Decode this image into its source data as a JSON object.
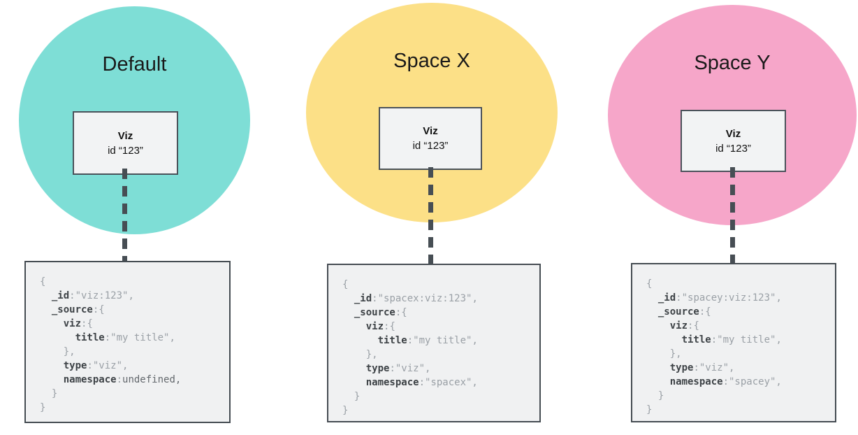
{
  "diagram": {
    "background_color": "#ffffff",
    "connector_color": "#474e54",
    "node_border_color": "#4a525a",
    "doc_border_color": "#454c52",
    "doc_fill_color": "#f0f1f2",
    "code_colors": {
      "key": "#3d4246",
      "value": "#9aa0a6",
      "undefined": "#63686d"
    },
    "panels": [
      {
        "space_label": "Default",
        "circle_color": "#7EDED6",
        "viz_node": {
          "name": "Viz",
          "id_label": "id “123”"
        },
        "doc_lines": [
          [
            {
              "t": "{",
              "c": "value"
            }
          ],
          [
            {
              "t": "  ",
              "c": "value"
            },
            {
              "t": "_id",
              "c": "key"
            },
            {
              "t": ":\"viz:123\",",
              "c": "value"
            }
          ],
          [
            {
              "t": "  ",
              "c": "value"
            },
            {
              "t": "_source",
              "c": "key"
            },
            {
              "t": ":{",
              "c": "value"
            }
          ],
          [
            {
              "t": "    ",
              "c": "value"
            },
            {
              "t": "viz",
              "c": "key"
            },
            {
              "t": ":{",
              "c": "value"
            }
          ],
          [
            {
              "t": "      ",
              "c": "value"
            },
            {
              "t": "title",
              "c": "key"
            },
            {
              "t": ":\"my title\",",
              "c": "value"
            }
          ],
          [
            {
              "t": "    },",
              "c": "value"
            }
          ],
          [
            {
              "t": "    ",
              "c": "value"
            },
            {
              "t": "type",
              "c": "key"
            },
            {
              "t": ":\"viz\",",
              "c": "value"
            }
          ],
          [
            {
              "t": "    ",
              "c": "value"
            },
            {
              "t": "namespace",
              "c": "key"
            },
            {
              "t": ":",
              "c": "value"
            },
            {
              "t": "undefined,",
              "c": "undefined"
            }
          ],
          [
            {
              "t": "  }",
              "c": "value"
            }
          ],
          [
            {
              "t": "}",
              "c": "value"
            }
          ]
        ]
      },
      {
        "space_label": "Space X",
        "circle_color": "#FCE087",
        "viz_node": {
          "name": "Viz",
          "id_label": "id “123”"
        },
        "doc_lines": [
          [
            {
              "t": "{",
              "c": "value"
            }
          ],
          [
            {
              "t": "  ",
              "c": "value"
            },
            {
              "t": "_id",
              "c": "key"
            },
            {
              "t": ":\"spacex:viz:123\",",
              "c": "value"
            }
          ],
          [
            {
              "t": "  ",
              "c": "value"
            },
            {
              "t": "_source",
              "c": "key"
            },
            {
              "t": ":{",
              "c": "value"
            }
          ],
          [
            {
              "t": "    ",
              "c": "value"
            },
            {
              "t": "viz",
              "c": "key"
            },
            {
              "t": ":{",
              "c": "value"
            }
          ],
          [
            {
              "t": "      ",
              "c": "value"
            },
            {
              "t": "title",
              "c": "key"
            },
            {
              "t": ":\"my title\",",
              "c": "value"
            }
          ],
          [
            {
              "t": "    },",
              "c": "value"
            }
          ],
          [
            {
              "t": "    ",
              "c": "value"
            },
            {
              "t": "type",
              "c": "key"
            },
            {
              "t": ":\"viz\",",
              "c": "value"
            }
          ],
          [
            {
              "t": "    ",
              "c": "value"
            },
            {
              "t": "namespace",
              "c": "key"
            },
            {
              "t": ":\"spacex\",",
              "c": "value"
            }
          ],
          [
            {
              "t": "  }",
              "c": "value"
            }
          ],
          [
            {
              "t": "}",
              "c": "value"
            }
          ]
        ]
      },
      {
        "space_label": "Space Y",
        "circle_color": "#F6A6C9",
        "viz_node": {
          "name": "Viz",
          "id_label": "id “123”"
        },
        "doc_lines": [
          [
            {
              "t": "{",
              "c": "value"
            }
          ],
          [
            {
              "t": "  ",
              "c": "value"
            },
            {
              "t": "_id",
              "c": "key"
            },
            {
              "t": ":\"spacey:viz:123\",",
              "c": "value"
            }
          ],
          [
            {
              "t": "  ",
              "c": "value"
            },
            {
              "t": "_source",
              "c": "key"
            },
            {
              "t": ":{",
              "c": "value"
            }
          ],
          [
            {
              "t": "    ",
              "c": "value"
            },
            {
              "t": "viz",
              "c": "key"
            },
            {
              "t": ":{",
              "c": "value"
            }
          ],
          [
            {
              "t": "      ",
              "c": "value"
            },
            {
              "t": "title",
              "c": "key"
            },
            {
              "t": ":\"my title\",",
              "c": "value"
            }
          ],
          [
            {
              "t": "    },",
              "c": "value"
            }
          ],
          [
            {
              "t": "    ",
              "c": "value"
            },
            {
              "t": "type",
              "c": "key"
            },
            {
              "t": ":\"viz\",",
              "c": "value"
            }
          ],
          [
            {
              "t": "    ",
              "c": "value"
            },
            {
              "t": "namespace",
              "c": "key"
            },
            {
              "t": ":\"spacey\",",
              "c": "value"
            }
          ],
          [
            {
              "t": "  }",
              "c": "value"
            }
          ],
          [
            {
              "t": "}",
              "c": "value"
            }
          ]
        ]
      }
    ]
  }
}
